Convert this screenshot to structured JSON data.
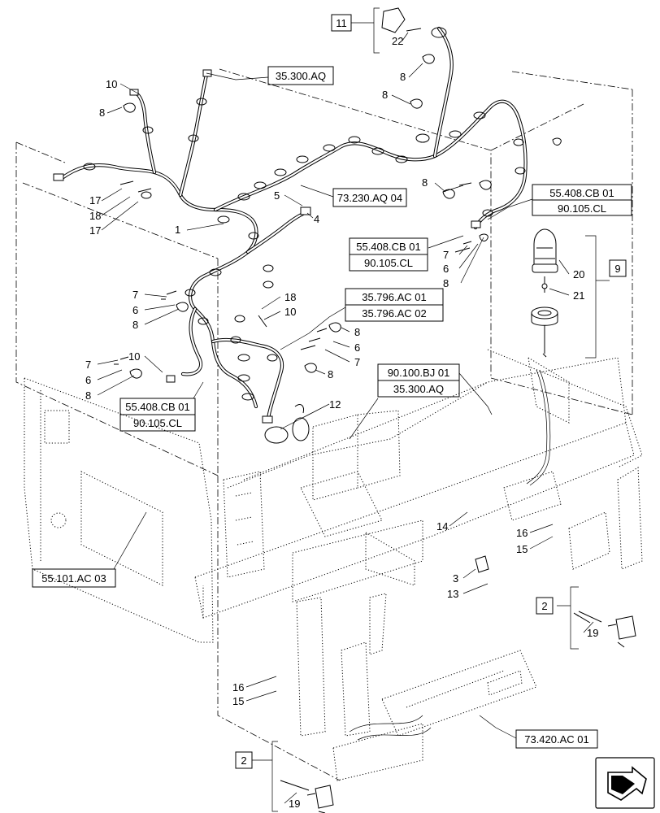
{
  "diagram": {
    "callouts": {
      "c1": "1",
      "c2a": "2",
      "c2b": "2",
      "c3": "3",
      "c4": "4",
      "c5": "5",
      "c6a": "6",
      "c6b": "6",
      "c6c": "6",
      "c6d": "6",
      "c7a": "7",
      "c7b": "7",
      "c7c": "7",
      "c7d": "7",
      "c8a": "8",
      "c8b": "8",
      "c8c": "8",
      "c8d": "8",
      "c8e": "8",
      "c8f": "8",
      "c8g": "8",
      "c8h": "8",
      "c8i": "8",
      "c9": "9",
      "c10a": "10",
      "c10b": "10",
      "c10c": "10",
      "c11": "11",
      "c12": "12",
      "c13": "13",
      "c14": "14",
      "c15a": "15",
      "c15b": "15",
      "c16a": "16",
      "c16b": "16",
      "c17a": "17",
      "c17b": "17",
      "c18a": "18",
      "c18b": "18",
      "c19a": "19",
      "c19b": "19",
      "c20": "20",
      "c21": "21",
      "c22": "22"
    },
    "references": {
      "r1": "35.300.AQ",
      "r2": "73.230.AQ 04",
      "r3a": "55.408.CB 01",
      "r3b": "90.105.CL",
      "r4a": "55.408.CB 01",
      "r4b": "90.105.CL",
      "r5a": "35.796.AC 01",
      "r5b": "35.796.AC 02",
      "r6a": "90.100.BJ 01",
      "r6b": "35.300.AQ",
      "r7a": "55.408.CB 01",
      "r7b": "90.105.CL",
      "r8": "55.101.AC 03",
      "r9": "73.420.AC 01"
    }
  }
}
